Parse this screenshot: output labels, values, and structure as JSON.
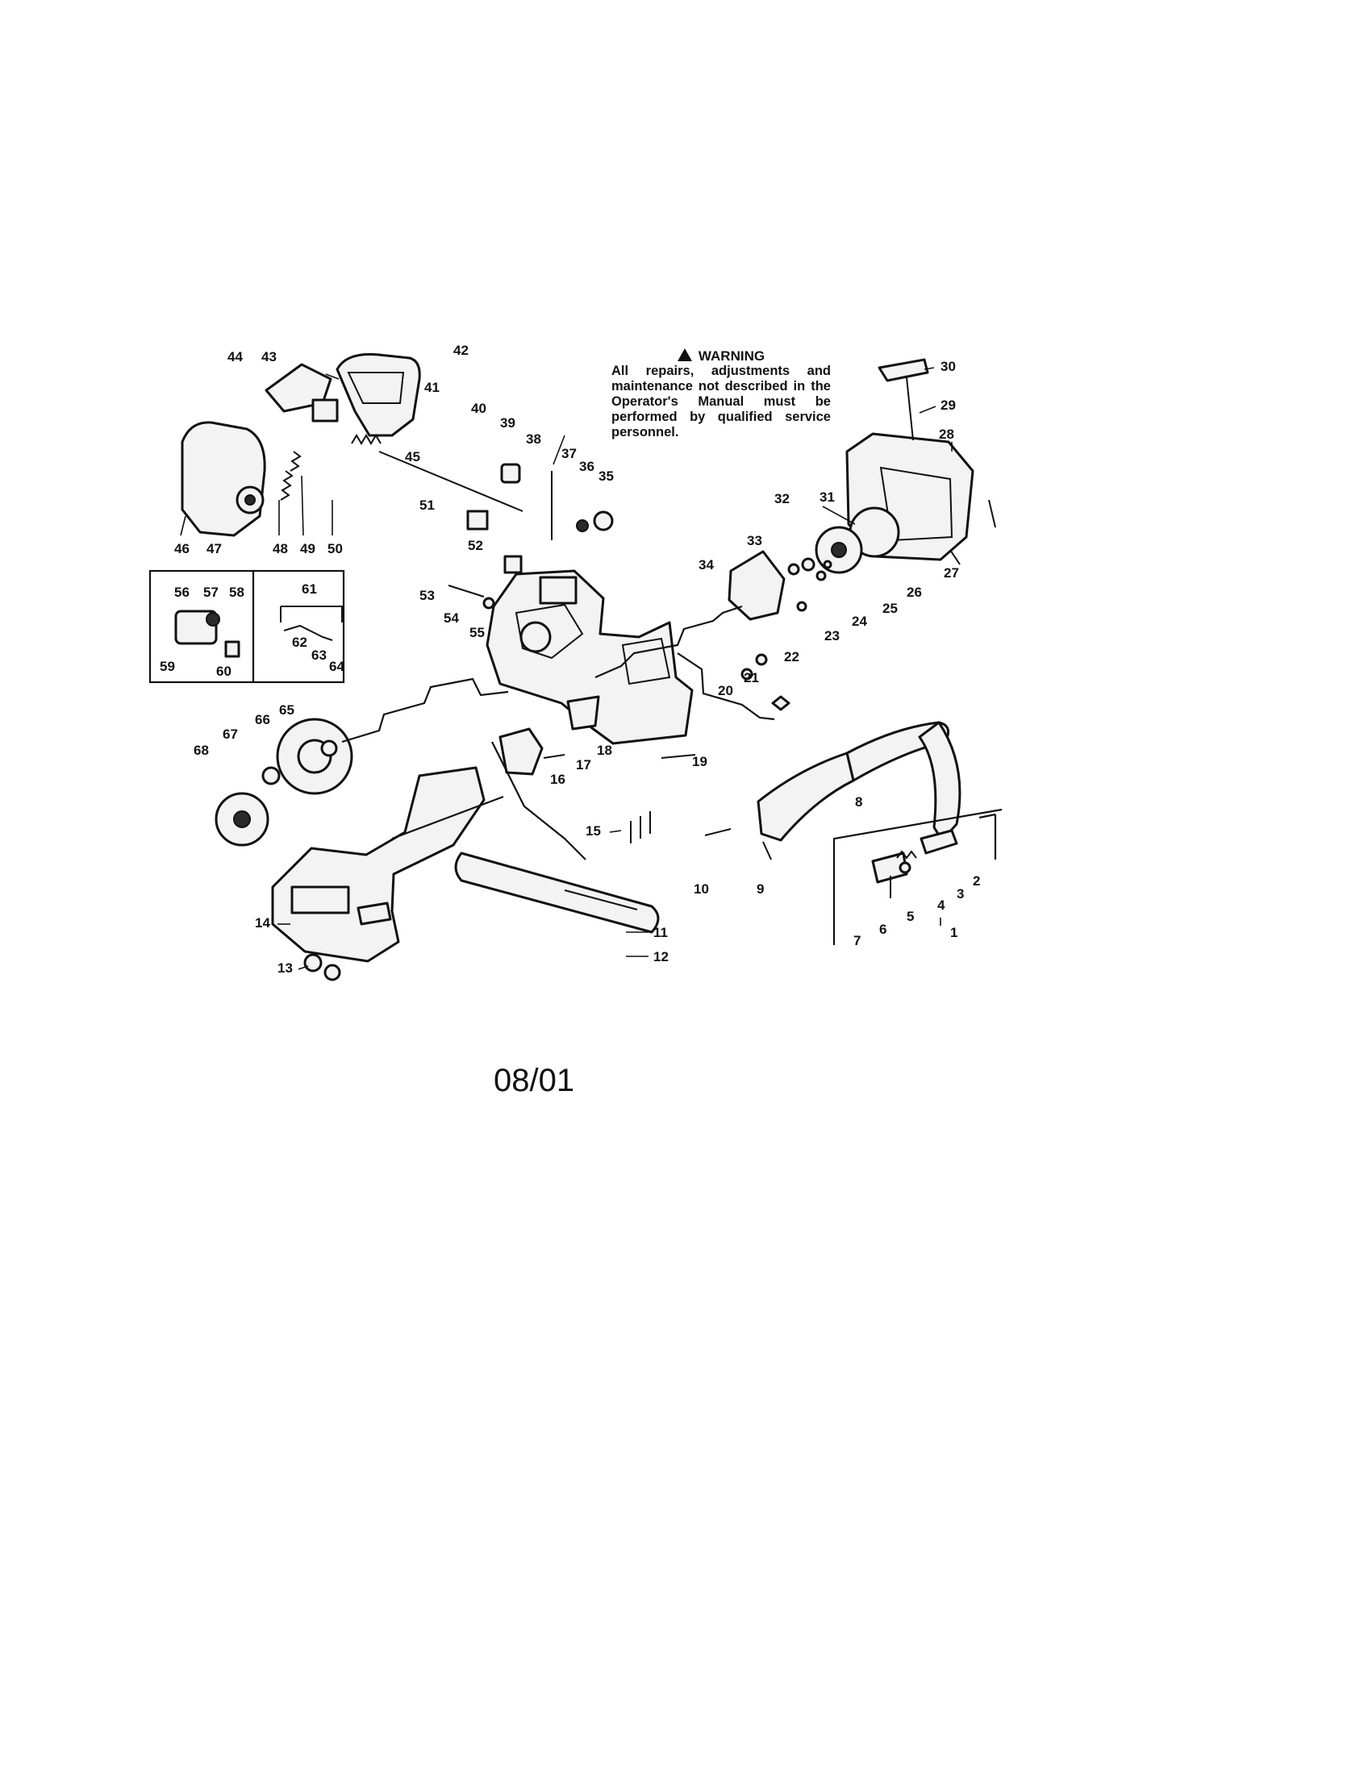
{
  "warning": {
    "title": "WARNING",
    "body": "All repairs, adjustments and maintenance not described in the Operator's Manual must be performed by qualified service personnel."
  },
  "date_code": "08/01",
  "callouts": [
    "1",
    "2",
    "3",
    "4",
    "5",
    "6",
    "7",
    "8",
    "9",
    "10",
    "11",
    "12",
    "13",
    "14",
    "15",
    "16",
    "17",
    "18",
    "19",
    "20",
    "21",
    "22",
    "23",
    "24",
    "25",
    "26",
    "27",
    "28",
    "29",
    "30",
    "31",
    "32",
    "33",
    "34",
    "35",
    "36",
    "37",
    "38",
    "39",
    "40",
    "41",
    "42",
    "43",
    "44",
    "45",
    "46",
    "47",
    "48",
    "49",
    "50",
    "51",
    "52",
    "53",
    "54",
    "55",
    "56",
    "57",
    "58",
    "59",
    "60",
    "61",
    "62",
    "63",
    "64",
    "65",
    "66",
    "67",
    "68"
  ]
}
